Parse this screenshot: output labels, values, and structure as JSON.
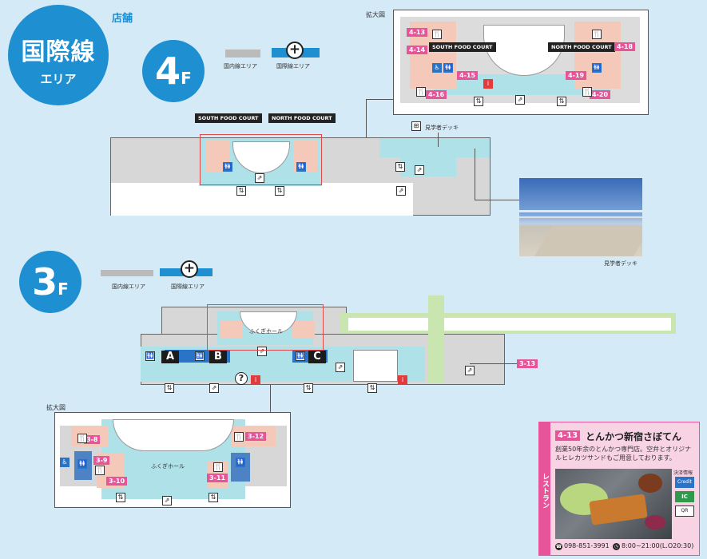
{
  "badge": {
    "main": "国際線",
    "sub": "エリア",
    "store": "店舗"
  },
  "floor4": {
    "number": "4",
    "unit": "F"
  },
  "floor3": {
    "number": "3",
    "unit": "F"
  },
  "legend": {
    "domestic": "国内線エリア",
    "international": "国際線エリア"
  },
  "zoom_label": "拡大図",
  "food_courts": {
    "south": "SOUTH FOOD COURT",
    "north": "NORTH FOOD COURT"
  },
  "deck": {
    "label": "見学者デッキ",
    "photo_caption": "見学者デッキ"
  },
  "shops_4f": [
    "4-13",
    "4-14",
    "4-15",
    "4-16",
    "4-18",
    "4-19",
    "4-20"
  ],
  "shops_3f": [
    "3-8",
    "3-9",
    "3-10",
    "3-11",
    "3-12"
  ],
  "shop_3f_callout": "3-13",
  "hall": "ふくぎホール",
  "gates": [
    "A",
    "B",
    "C"
  ],
  "icons": {
    "restaurant": "fork-knife-icon",
    "toilet": "toilet-icon",
    "escalator": "escalator-icon",
    "elevator": "elevator-icon",
    "info": "info-icon",
    "plus": "plus-icon"
  },
  "colors": {
    "brand": "#1e8fd0",
    "pink": "#e8549a",
    "shop": "#f5c9b9",
    "floor": "#dcdcdc",
    "walk": "#aee2e8",
    "green": "#c9e6b0",
    "blue_block": "#4d82c4",
    "card_bg": "#f8d3e4"
  },
  "card": {
    "side_label": "レストラン",
    "shop_no": "4-13",
    "name": "とんかつ新宿さぼてん",
    "desc": "創業50年余のとんかつ専門店。空弁とオリジナルヒレカツサンドもご用意しております。",
    "payment_title": "決済情報",
    "payments": [
      "Credit",
      "IC",
      "QR"
    ],
    "phone": "098-851-3991",
    "hours": "8:00~21:00(L.O20:30)"
  }
}
